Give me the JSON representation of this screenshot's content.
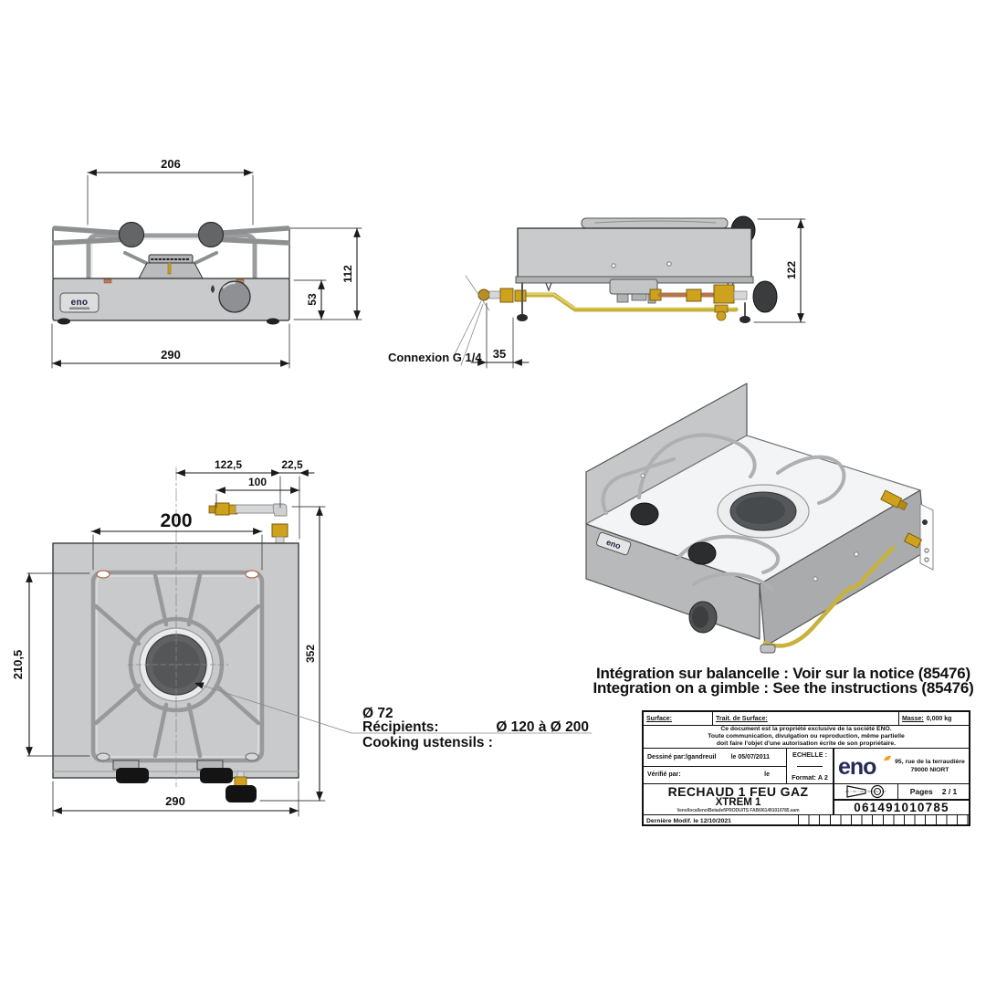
{
  "brand": {
    "name": "eno"
  },
  "front_view": {
    "dim_width_top": "206",
    "dim_height_total": "112",
    "dim_height_body": "53",
    "dim_width_bottom": "290"
  },
  "side_view": {
    "dim_height_total": "122",
    "dim_offset": "35",
    "connector_label": "Connexion G 1/4"
  },
  "top_view": {
    "dim_center": "122,5",
    "dim_edge": "22,5",
    "dim_pipe": "100",
    "dim_grid_width": "200",
    "dim_grid_depth": "210,5",
    "dim_total_depth": "352",
    "dim_width": "290",
    "burner_diameter": "Ø 72",
    "recipients_label": "Récipients:",
    "recipients_value": "Ø 120 à Ø 200",
    "cooking_label": "Cooking ustensils :"
  },
  "notes": {
    "line_fr": "Intégration sur balancelle : Voir sur la notice (85476)",
    "line_en": "Integration on a gimble : See the instructions (85476)"
  },
  "title_block": {
    "surface_label": "Surface:",
    "surface_treatment_label": "Trait. de Surface:",
    "mass_label": "Masse:",
    "mass_value": "0,000 kg",
    "notice_line1": "Ce document est la propriété exclusive de la société ENO.",
    "notice_line2": "Toute communication, divulgation ou reproduction, même partielle",
    "notice_line3": "doit faire l'objet d'une autorisation écrite de son propriétaire.",
    "drawn_by_label": "Dessiné par:",
    "drawn_by_value": "lgandreuil",
    "drawn_date": "le 05/07/2011",
    "checked_label": "Vérifié par:",
    "checked_date": "le",
    "scale_label": "ECHELLE :",
    "format_label": "Format:",
    "format_value": "A 2",
    "company_address1": "95, rue de la terraudière",
    "company_address2": "79000 NIORT",
    "pages_label": "Pages",
    "pages_value": "2 / 1",
    "doc_title_line1": "RECHAUD 1 FEU GAZ",
    "doc_title_line2": "XTREM 1",
    "file_path": "\\\\eno\\local\\eno\\Betadef\\PRODUITS FAB\\061491010785.sam",
    "part_number": "061491010785",
    "last_modified": "Dernière Modif. le 12/10/2021"
  },
  "colors": {
    "logo_navy": "#262a58",
    "logo_orange": "#f0a028",
    "brass": "#cfa21e",
    "copper": "#b5764a",
    "metal_light": "#c9cacc"
  }
}
